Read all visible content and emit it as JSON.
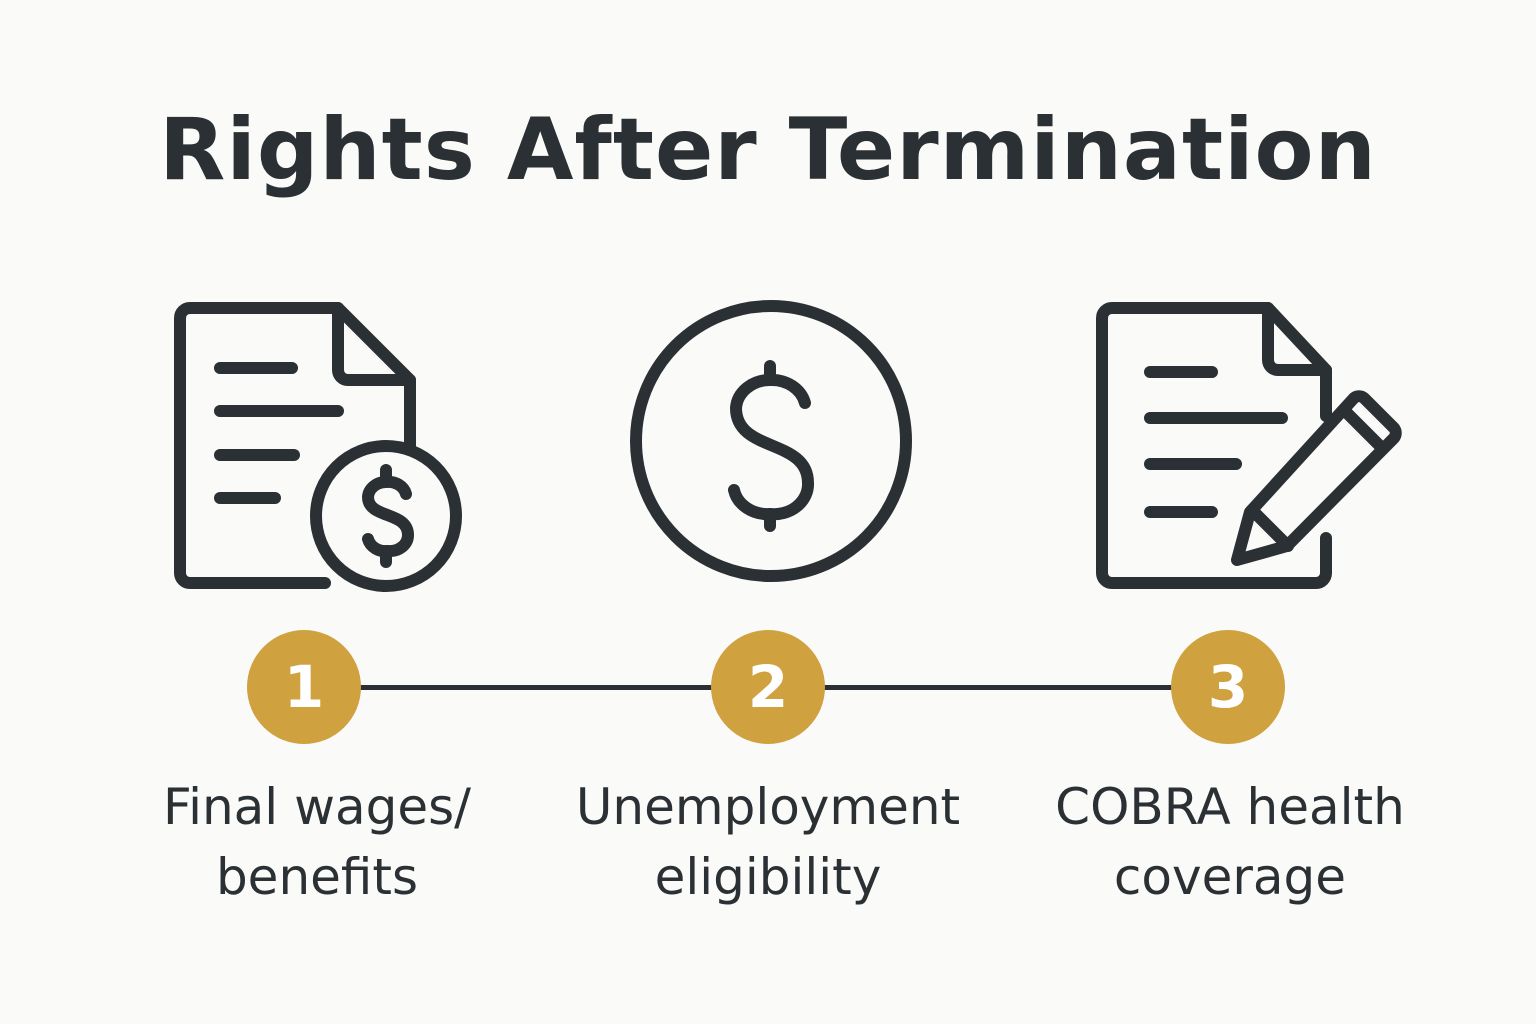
{
  "title": "Rights After Termination",
  "colors": {
    "background": "#fafaf8",
    "ink": "#2b3034",
    "accent": "#cfa13f",
    "number_text": "#ffffff"
  },
  "steps": [
    {
      "number": "1",
      "icon": "document-dollar-icon",
      "label_line1": "Final wages/",
      "label_line2": "benefits"
    },
    {
      "number": "2",
      "icon": "dollar-circle-icon",
      "label_line1": "Unemployment",
      "label_line2": "eligibility"
    },
    {
      "number": "3",
      "icon": "document-pencil-icon",
      "label_line1": "COBRA health",
      "label_line2": "coverage"
    }
  ]
}
